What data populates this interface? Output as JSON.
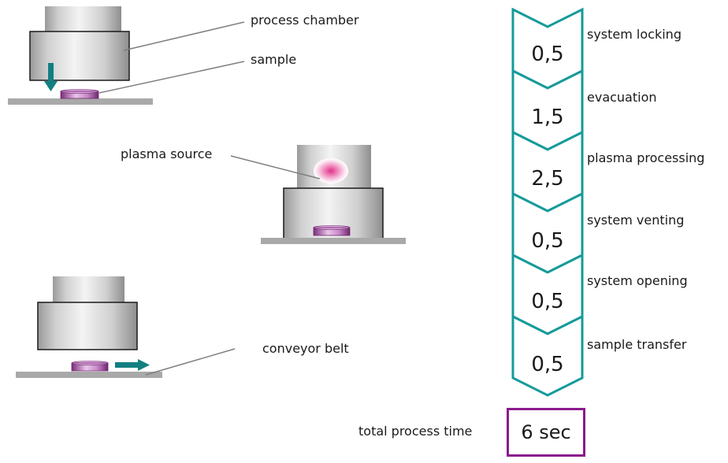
{
  "labels": {
    "process_chamber": "process chamber",
    "sample": "sample",
    "plasma_source": "plasma source",
    "conveyor_belt": "conveyor belt",
    "total_process_time": "total process time"
  },
  "steps": [
    {
      "value": "0,5",
      "label": "system locking"
    },
    {
      "value": "1,5",
      "label": "evacuation"
    },
    {
      "value": "2,5",
      "label": "plasma processing"
    },
    {
      "value": "0,5",
      "label": "system venting"
    },
    {
      "value": "0,5",
      "label": "system opening"
    },
    {
      "value": "0,5",
      "label": "sample transfer"
    }
  ],
  "total": "6 sec",
  "colors": {
    "chevron": "#169a9a",
    "arrow": "#127f80",
    "sample": "#9b3a9b",
    "plasma": "#e0308a",
    "total_border": "#8b1a8e",
    "belt": "#a9a9a9"
  },
  "icons": {
    "arrow_down": "down-arrow-icon",
    "arrow_right": "right-arrow-icon"
  }
}
